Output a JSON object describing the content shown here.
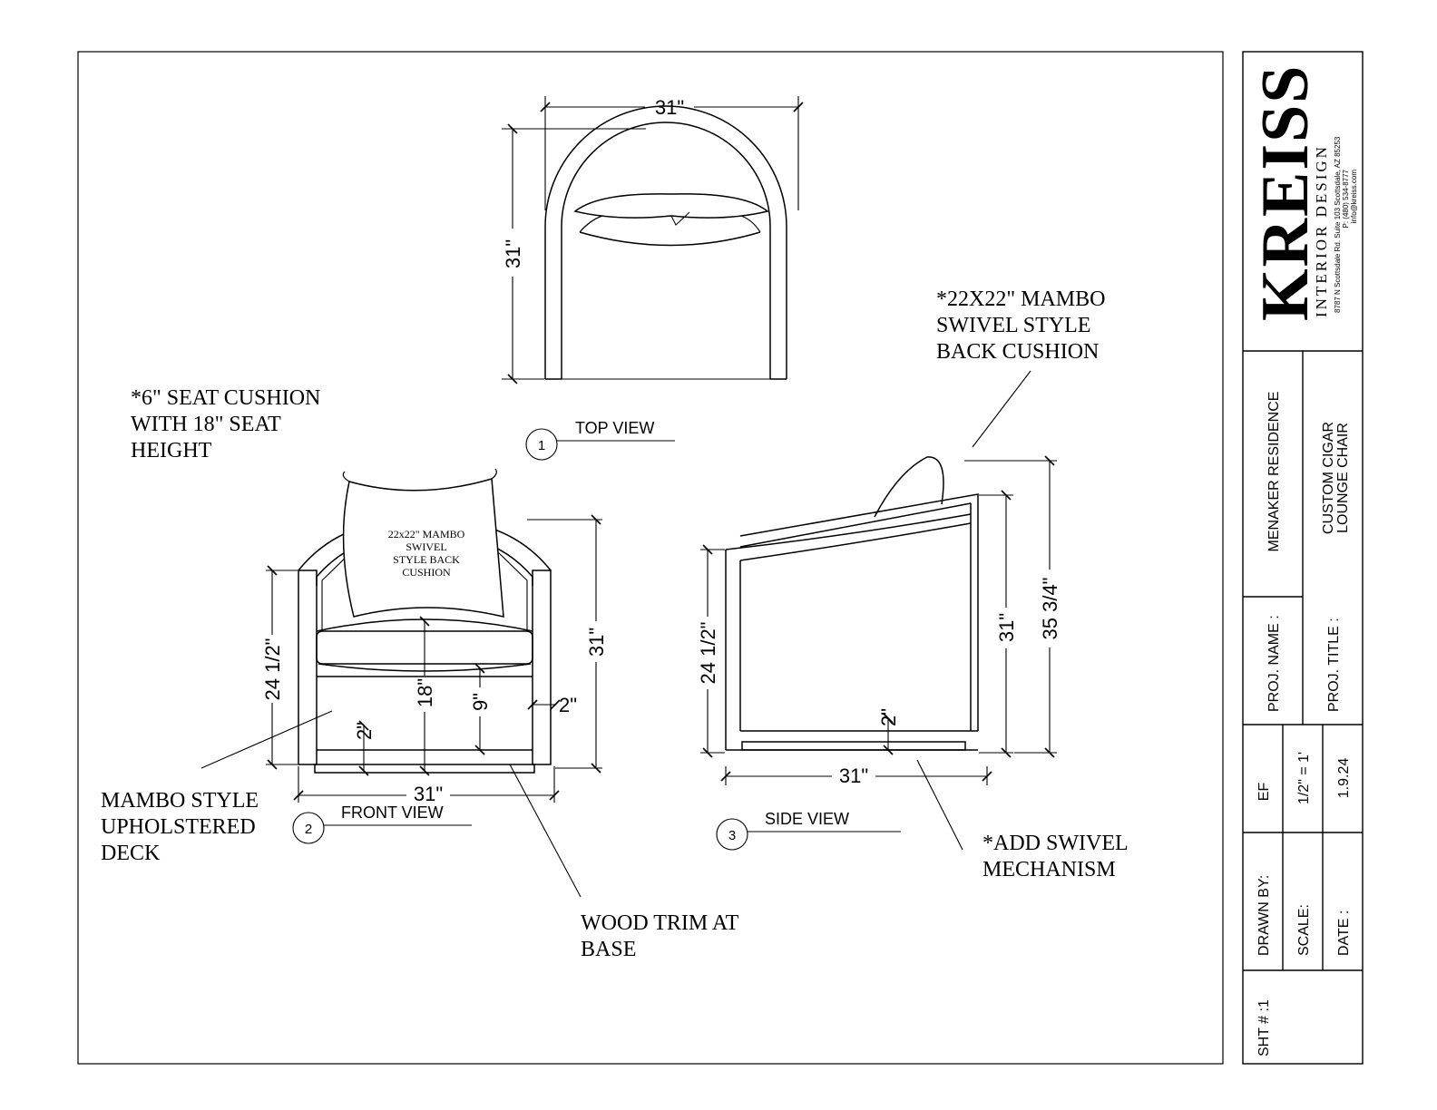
{
  "views": {
    "top": {
      "number": "1",
      "title": "TOP VIEW",
      "dim_width": "31\"",
      "dim_depth": "31\""
    },
    "front": {
      "number": "2",
      "title": "FRONT VIEW",
      "dim_width": "31\"",
      "dim_arm_height": "24 1/2\"",
      "dim_total_height": "31\"",
      "dim_seat_height": "18\"",
      "dim_9": "9\"",
      "dim_base": "2\"",
      "dim_side": "2\""
    },
    "side": {
      "number": "3",
      "title": "SIDE VIEW",
      "dim_depth": "31\"",
      "dim_arm_height": "24 1/2\"",
      "dim_back_height": "31\"",
      "dim_overall_height": "35 3/4\"",
      "dim_base": "2\""
    }
  },
  "pillow_label": [
    "22x22\" MAMBO",
    "SWIVEL",
    "STYLE BACK",
    "CUSHION"
  ],
  "notes": {
    "seat": [
      "*6\" SEAT CUSHION",
      "WITH 18\" SEAT",
      "HEIGHT"
    ],
    "back_cushion": [
      "*22X22\" MAMBO",
      "SWIVEL STYLE",
      "BACK CUSHION"
    ],
    "deck": [
      "MAMBO STYLE",
      "UPHOLSTERED",
      "DECK"
    ],
    "trim": [
      "WOOD TRIM AT",
      "BASE"
    ],
    "swivel": [
      "*ADD SWIVEL",
      "MECHANISM"
    ]
  },
  "title_block": {
    "logo": "KREISS",
    "tagline": "INTERIOR DESIGN",
    "address": "8787 N Scottsdale Rd. Suite 103 Scottsdale, AZ 85253",
    "phone": "P: (480) 534-8777",
    "email": "info@kreiss.com",
    "proj_name_label": "PROJ. NAME :",
    "proj_name": "MENAKER RESIDENCE",
    "proj_title_label": "PROJ. TITLE :",
    "proj_title": [
      "CUSTOM CIGAR",
      "LOUNGE CHAIR"
    ],
    "drawn_by_label": "DRAWN BY:",
    "drawn_by": "EF",
    "scale_label": "SCALE:",
    "scale": "1/2\" = 1'",
    "date_label": "DATE :",
    "date": "1.9.24",
    "sheet_label": "SHT # :1"
  }
}
